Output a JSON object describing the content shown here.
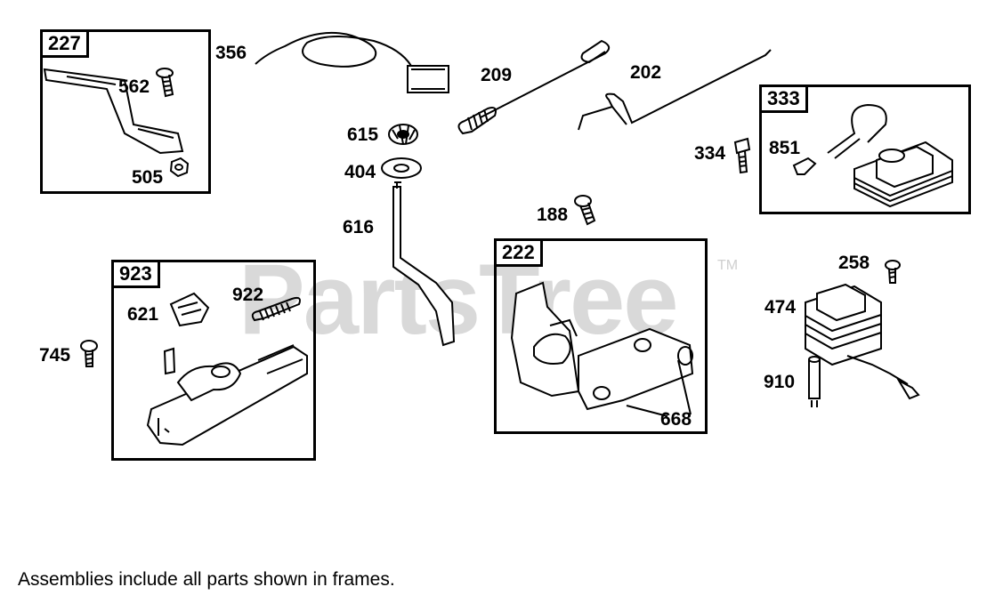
{
  "watermark": {
    "text": "PartsTree",
    "tm": "TM"
  },
  "note": "Assemblies include all parts shown in frames.",
  "frames": {
    "f227": "227",
    "f923": "923",
    "f222": "222",
    "f333": "333"
  },
  "callouts": {
    "c356": "356",
    "c562": "562",
    "c505": "505",
    "c209": "209",
    "c202": "202",
    "c615": "615",
    "c404": "404",
    "c616": "616",
    "c334": "334",
    "c851": "851",
    "c188": "188",
    "c922": "922",
    "c621": "621",
    "c745": "745",
    "c258": "258",
    "c474": "474",
    "c910": "910",
    "c668": "668"
  }
}
